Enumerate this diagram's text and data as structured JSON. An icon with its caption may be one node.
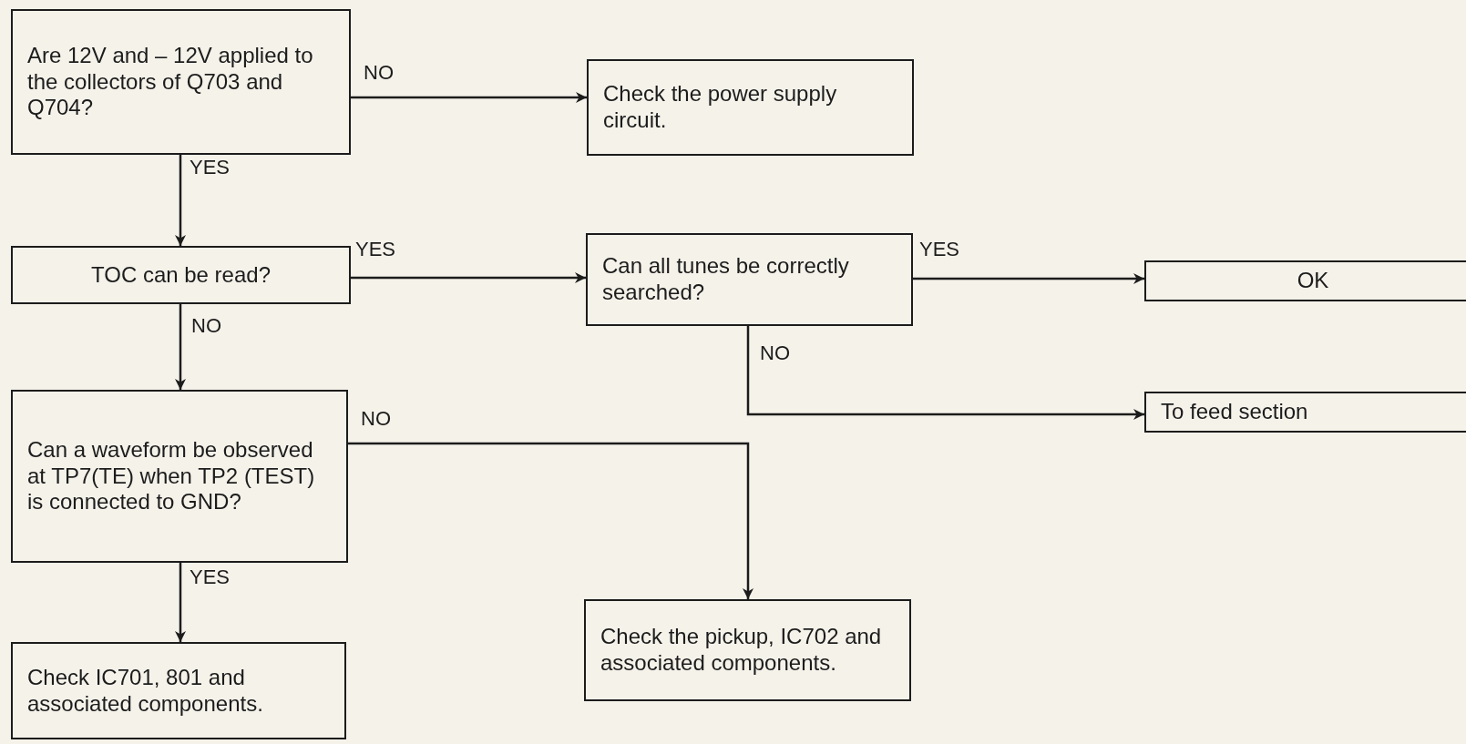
{
  "diagram": {
    "nodes": [
      {
        "text": [
          "Are 12V and – 12V applied to the collectors of Q703 and Q704?"
        ]
      },
      {
        "text": [
          "Check the power supply circuit."
        ]
      },
      {
        "text": [
          "TOC can be read?"
        ]
      },
      {
        "text": [
          "Can all tunes be correctly searched?"
        ]
      },
      {
        "text": [
          "OK"
        ]
      },
      {
        "text": [
          "Can a waveform be observed at TP7(TE) when TP2 (TEST) is connected to GND?"
        ]
      },
      {
        "text": [
          "To feed section"
        ]
      },
      {
        "text": [
          "Check the pickup, IC702 and associated components."
        ]
      },
      {
        "text": [
          "Check IC701, 801 and associated components."
        ]
      }
    ],
    "edges": [
      {
        "from": 0,
        "to": 1,
        "arrow": "to",
        "label": "NO"
      },
      {
        "from": 0,
        "to": 2,
        "arrow": "to",
        "label": "YES"
      },
      {
        "from": 2,
        "to": 3,
        "arrow": "to",
        "label": "YES"
      },
      {
        "from": 3,
        "to": 4,
        "arrow": "to",
        "label": "YES"
      },
      {
        "from": 2,
        "to": 5,
        "arrow": "to",
        "label": "NO"
      },
      {
        "from": 3,
        "to": 6,
        "arrow": "to",
        "label": "NO"
      },
      {
        "from": 5,
        "to": 7,
        "arrow": "to",
        "label": "NO"
      },
      {
        "from": 5,
        "to": 8,
        "arrow": "to",
        "label": "YES"
      }
    ]
  }
}
